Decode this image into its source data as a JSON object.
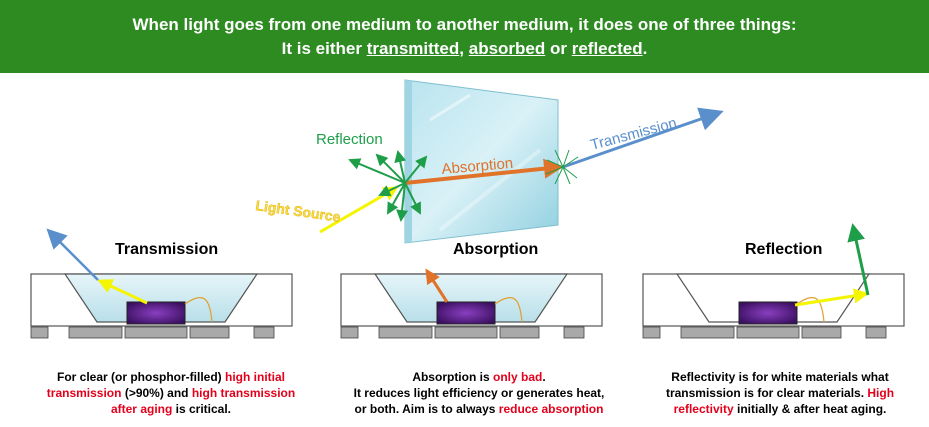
{
  "banner": {
    "line1": "When light goes from one medium to another medium, it does one of three things:",
    "line2_prefix": "It is either ",
    "transmitted": "transmitted",
    "comma": ", ",
    "absorbed": "absorbed",
    "or": " or ",
    "reflected": "reflected",
    "period": "."
  },
  "top_diagram": {
    "reflection_label": "Reflection",
    "absorption_label": "Absorption",
    "transmission_label": "Transmission",
    "light_source_label": "Light Source"
  },
  "panels": [
    {
      "title": "Transmission"
    },
    {
      "title": "Absorption"
    },
    {
      "title": "Reflection"
    }
  ],
  "captions": {
    "transmission": {
      "p1": "For clear (or phosphor-filled) ",
      "r1": "high initial transmission",
      "p2": " (>90%) and ",
      "r2": "high transmission after aging",
      "p3": " is critical."
    },
    "absorption": {
      "p1": "Absorption is ",
      "r1": "only bad",
      "p2": ".",
      "p3": "It reduces light efficiency or generates heat, or both.  Aim is to always ",
      "r2": "reduce absorption"
    },
    "reflection": {
      "p1": "Reflectivity is for white materials what transmission is for clear materials.  ",
      "r1": "High reflectivity",
      "p2": " initially & after heat aging."
    }
  },
  "colors": {
    "banner_green": "#2e8b22",
    "reflection_green": "#1f9e4a",
    "absorption_orange": "#e0722a",
    "transmission_blue": "#5a8fcc",
    "light_yellow": "#f5f500",
    "emphasis_red": "#e3001b"
  }
}
